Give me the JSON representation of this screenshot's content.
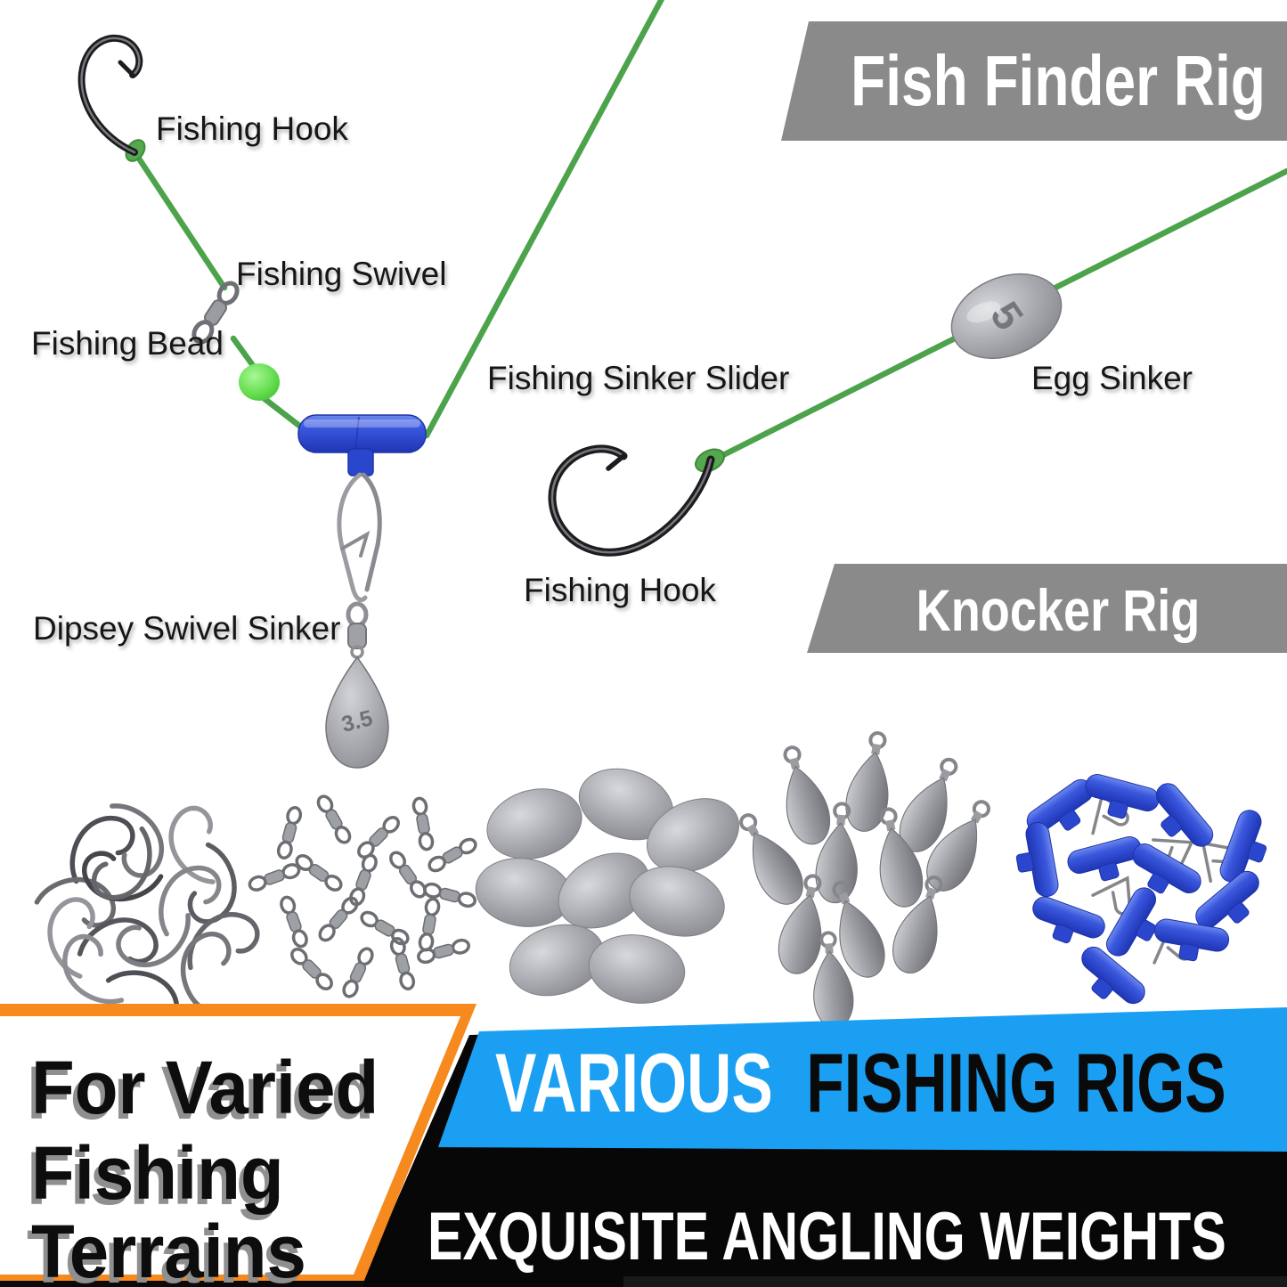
{
  "banners": {
    "fish_finder": "Fish Finder Rig",
    "knocker": "Knocker Rig",
    "banner_bg": "#8a8a8a",
    "banner_text_color": "#ffffff"
  },
  "rig_labels": {
    "hook_top": "Fishing Hook",
    "swivel": "Fishing Swivel",
    "bead": "Fishing Bead",
    "sinker_slider": "Fishing Sinker Slider",
    "egg_sinker": "Egg Sinker",
    "hook_mid": "Fishing Hook",
    "dipsey": "Dipsey Swivel Sinker"
  },
  "markings": {
    "egg_sinker_weight": "5",
    "dipsey_weight": "3.5"
  },
  "piles": {
    "items": [
      "fishing-hooks-pile",
      "fishing-swivels-pile",
      "egg-sinkers-pile",
      "dipsey-swivel-sinkers-pile",
      "sinker-sliders-pile"
    ]
  },
  "footer": {
    "left_box": {
      "line1": "For Varied",
      "line2": "Fishing",
      "line3": "Terrains",
      "border_color": "#f68a1e",
      "text_color": "#0d0d0d"
    },
    "blue_band": {
      "word_white": "VARIOUS",
      "word_black": "FISHING RIGS",
      "bg": "#1b9ff2"
    },
    "black_band": {
      "text": "EXQUISITE ANGLING WEIGHTS",
      "bg": "#070707",
      "text_color": "#ffffff"
    }
  },
  "colors": {
    "line_green": "#4ca34c",
    "bead_green": "#4ec341",
    "slider_blue": "#2a46cc",
    "metal_gray": "#9b9ca1"
  }
}
